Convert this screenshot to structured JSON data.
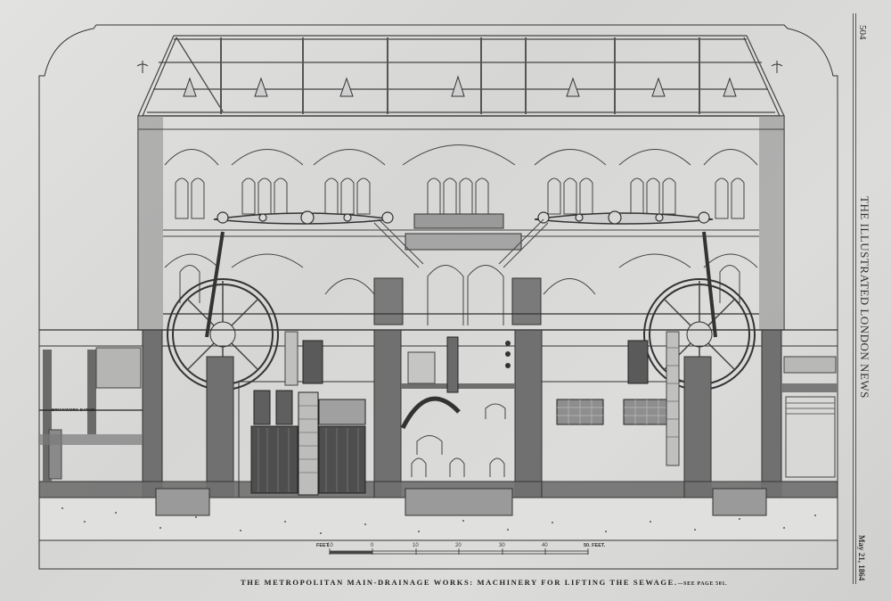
{
  "publication": {
    "masthead": "THE ILLUSTRATED LONDON NEWS",
    "page_number": "504",
    "date": "May 21, 1864"
  },
  "plate": {
    "caption": "THE METROPOLITAN MAIN-DRAINAGE WORKS: MACHINERY FOR LIFTING THE SEWAGE.",
    "caption_ref": "—SEE PAGE 501.",
    "subject": "Sectional elevation of engine house with beam engines, flywheels, boilers and pump wells",
    "interior_label": "BRICKWORK DATUM"
  },
  "scale_bar": {
    "unit_prefix": "FEET",
    "ticks": [
      "10",
      "0",
      "10",
      "20",
      "30",
      "40"
    ],
    "end_label": "50. FEET."
  },
  "colors": {
    "paper": "#dcdcda",
    "ink": "#2a2a2a",
    "shade": "#6e6e6e"
  }
}
